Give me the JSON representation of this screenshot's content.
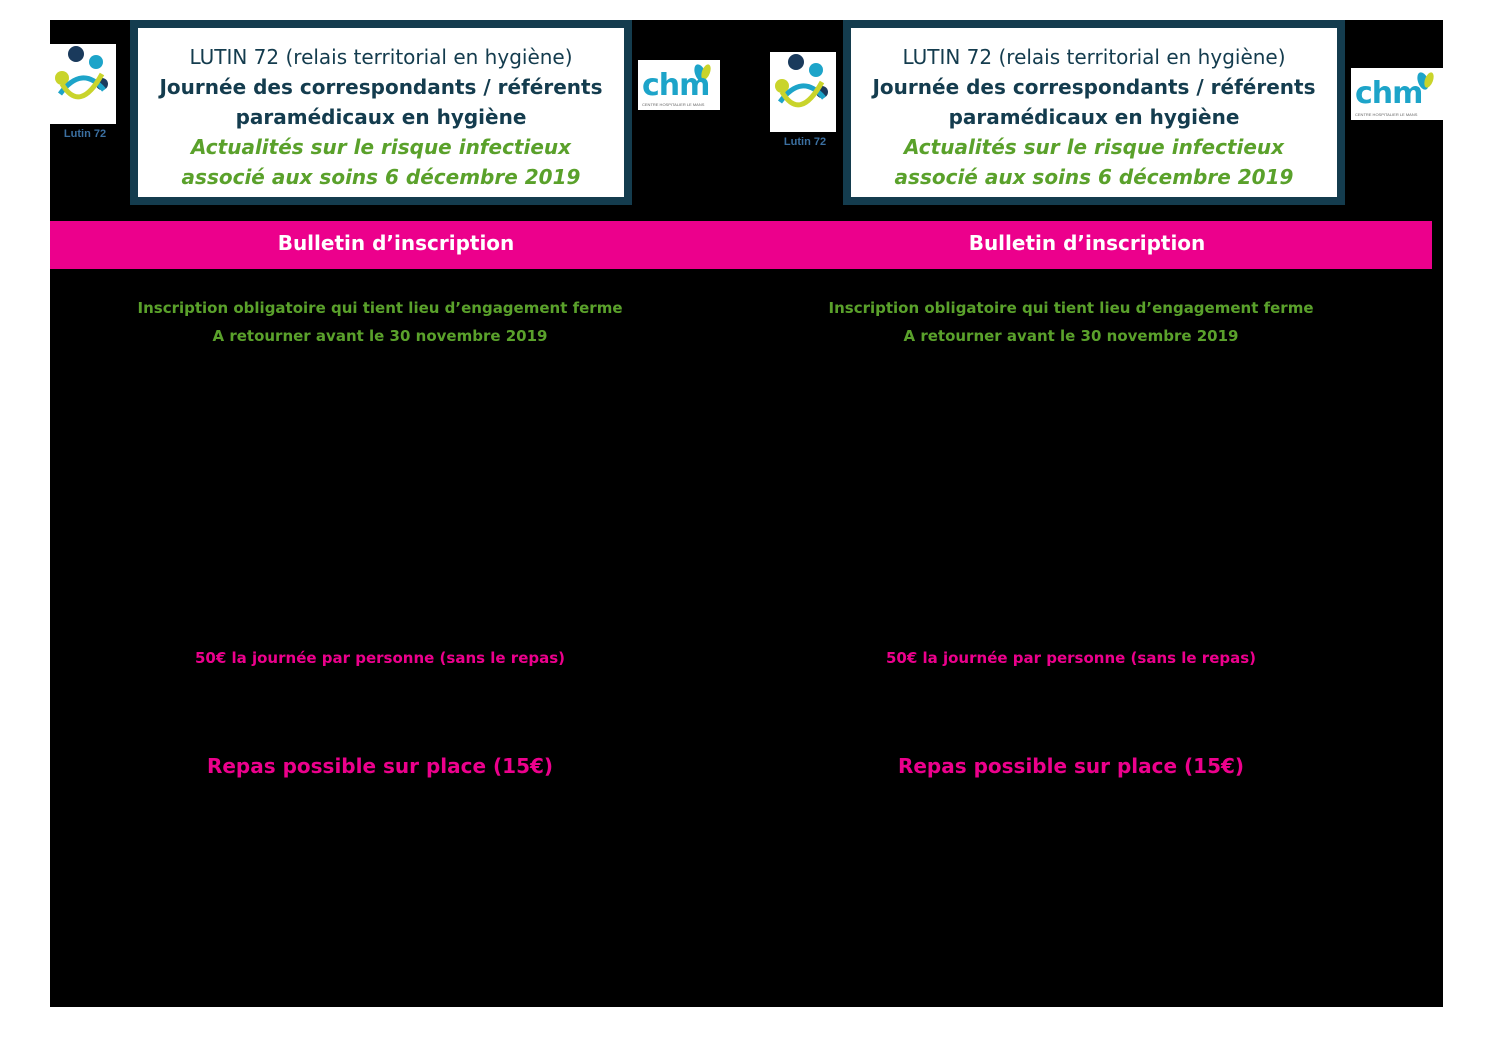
{
  "header": {
    "line1": "LUTIN 72 (relais territorial en hygiène)",
    "line2": "Journée des correspondants / référents",
    "line3": "paramédicaux en hygiène",
    "line4": "Actualités sur le risque infectieux",
    "line5": "associé aux soins 6 décembre 2019"
  },
  "logos": {
    "lutin_caption": "Lutin 72",
    "chm_text": "chm",
    "chm_sub": "CENTRE HOSPITALIER LE MANS"
  },
  "band": {
    "label": "Bulletin d’inscription"
  },
  "notes": {
    "line1": "Inscription obligatoire qui tient lieu d’engagement ferme",
    "line2": "A retourner avant le 30 novembre 2019"
  },
  "price": "50€ la journée par personne (sans le repas)",
  "meal": "Repas possible sur place (15€)",
  "colors": {
    "navy": "#143c4e",
    "green": "#5aa12b",
    "pink": "#ec008c",
    "cyan": "#1da4c9"
  }
}
